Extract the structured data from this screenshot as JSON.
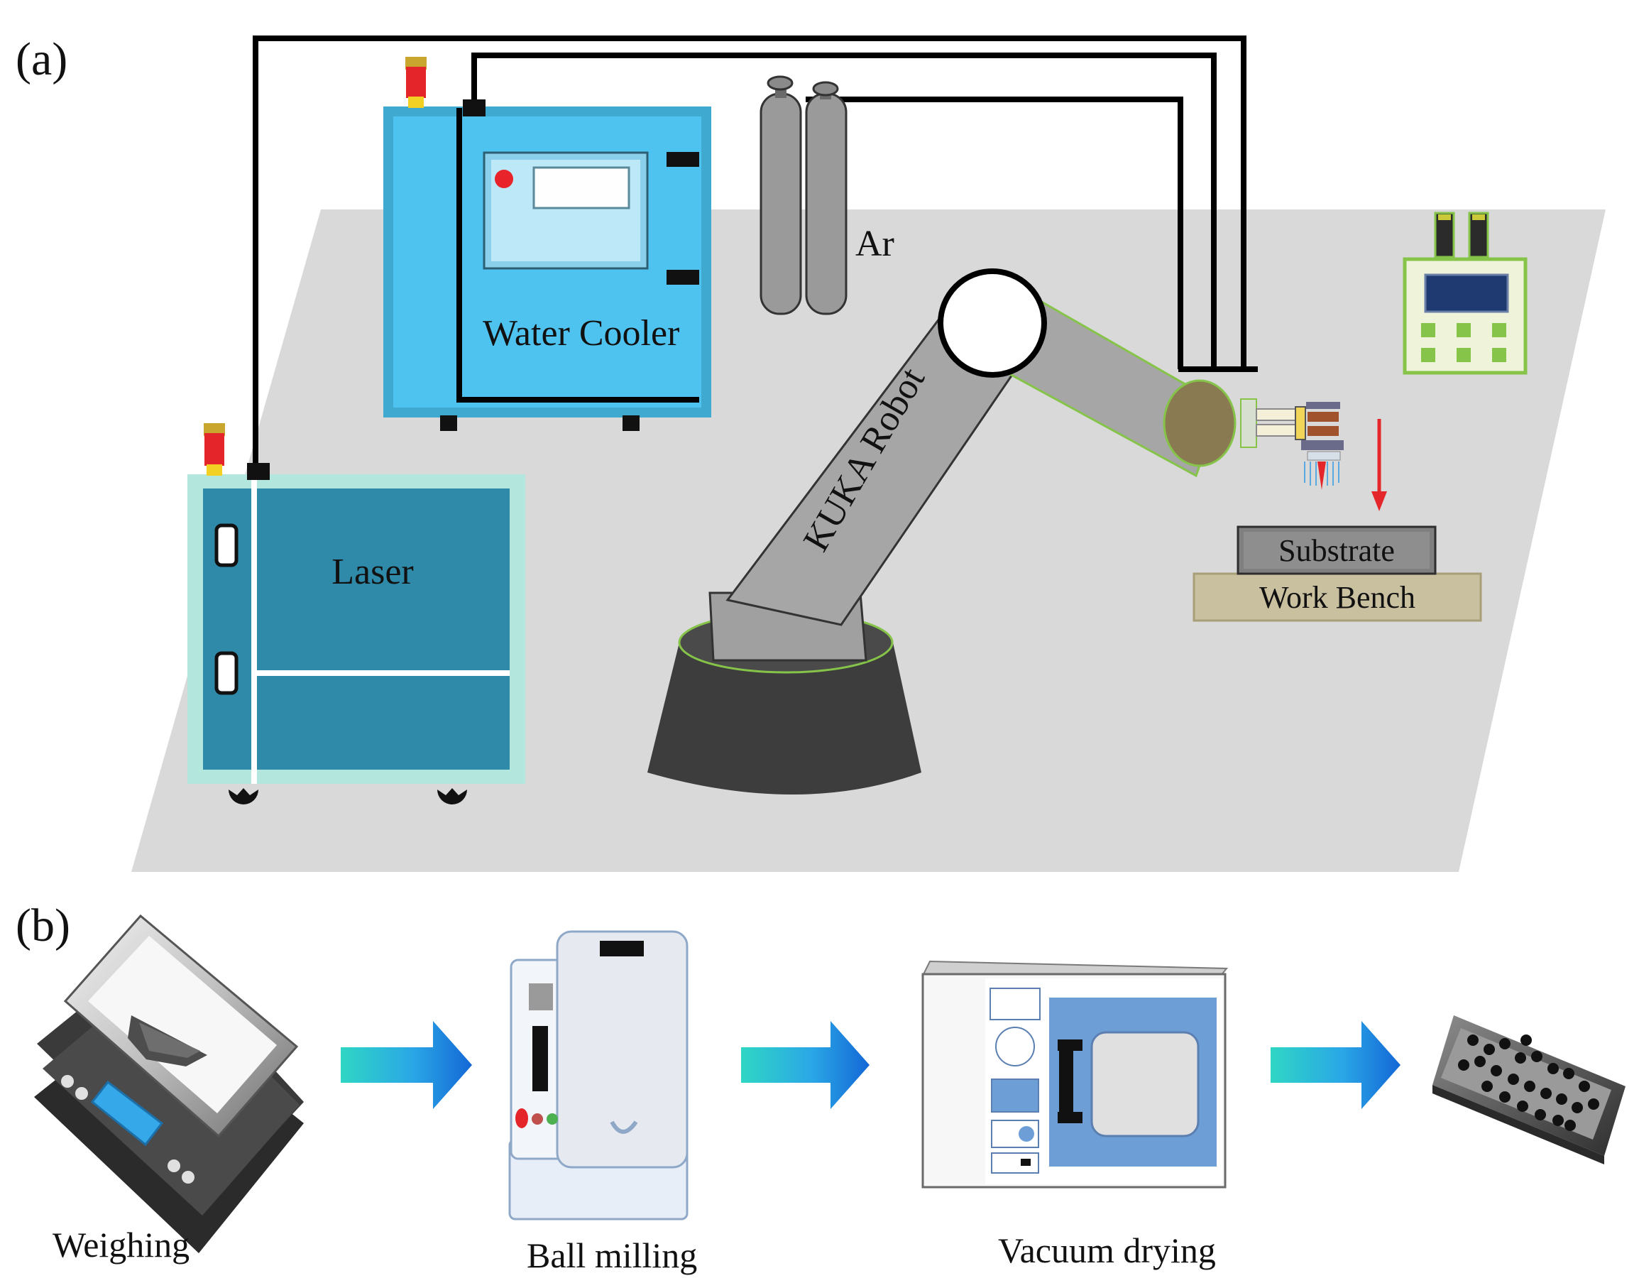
{
  "panel_a": {
    "label": "(a)",
    "water_cooler": {
      "label": "Water Cooler"
    },
    "gas": {
      "label": "Ar"
    },
    "robot": {
      "label": "KUKA  Robot"
    },
    "laser": {
      "label": "Laser"
    },
    "substrate": {
      "label": "Substrate"
    },
    "work_bench": {
      "label": "Work Bench"
    }
  },
  "panel_b": {
    "label": "(b)",
    "steps": [
      {
        "label": "Weighing"
      },
      {
        "label": "Ball milling"
      },
      {
        "label": "Vacuum drying"
      }
    ]
  },
  "colors": {
    "floor": "#d9d9d9",
    "water_cooler": "#4fc3f0",
    "laser": "#2e8aa8",
    "robot_arm": "#a6a6a6",
    "robot_base": "#3d3d3d",
    "work_bench": "#c9c0a0",
    "substrate": "#7f7f7f",
    "arrow": "#1f8be0"
  },
  "icons": [
    "signal-lamp-icon",
    "gas-cylinder-icon",
    "laser-head-icon",
    "controller-icon",
    "scale-icon",
    "ball-mill-icon",
    "vacuum-oven-icon",
    "sample-plate-icon",
    "process-arrow-icon"
  ]
}
